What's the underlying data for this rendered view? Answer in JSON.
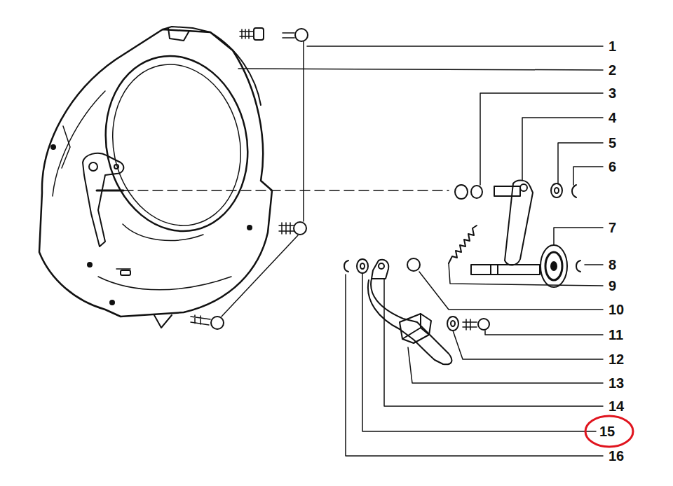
{
  "diagram": {
    "labels": [
      "1",
      "2",
      "3",
      "4",
      "5",
      "6",
      "7",
      "8",
      "9",
      "10",
      "11",
      "12",
      "13",
      "14",
      "15",
      "16"
    ]
  }
}
